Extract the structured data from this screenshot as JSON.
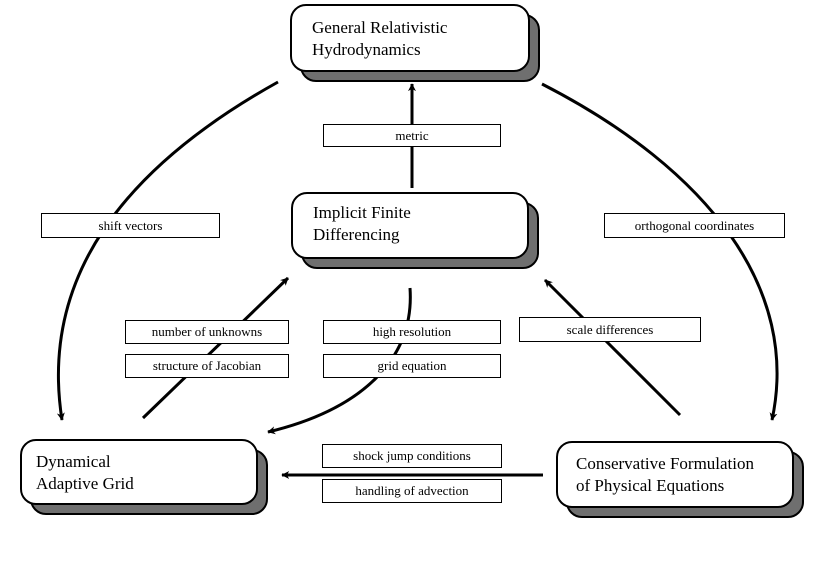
{
  "nodes": {
    "grh": [
      "General Relativistic",
      "Hydrodynamics"
    ],
    "ifd": [
      "Implicit Finite",
      "Differencing"
    ],
    "dag": [
      "Dynamical",
      "Adaptive Grid"
    ],
    "cfpe": [
      "Conservative Formulation",
      "of Physical Equations"
    ]
  },
  "edges": {
    "metric": "metric",
    "shift_vectors": "shift vectors",
    "orthogonal_coordinates": "orthogonal coordinates",
    "number_of_unknowns": "number of unknowns",
    "structure_of_jacobian": "structure of Jacobian",
    "high_resolution": "high resolution",
    "grid_equation": "grid equation",
    "scale_differences": "scale differences",
    "shock_jump_conditions": "shock jump conditions",
    "handling_of_advection": "handling of advection"
  },
  "colors": {
    "shadow": "#6f6f6f",
    "line": "#000000",
    "box": "#ffffff"
  }
}
